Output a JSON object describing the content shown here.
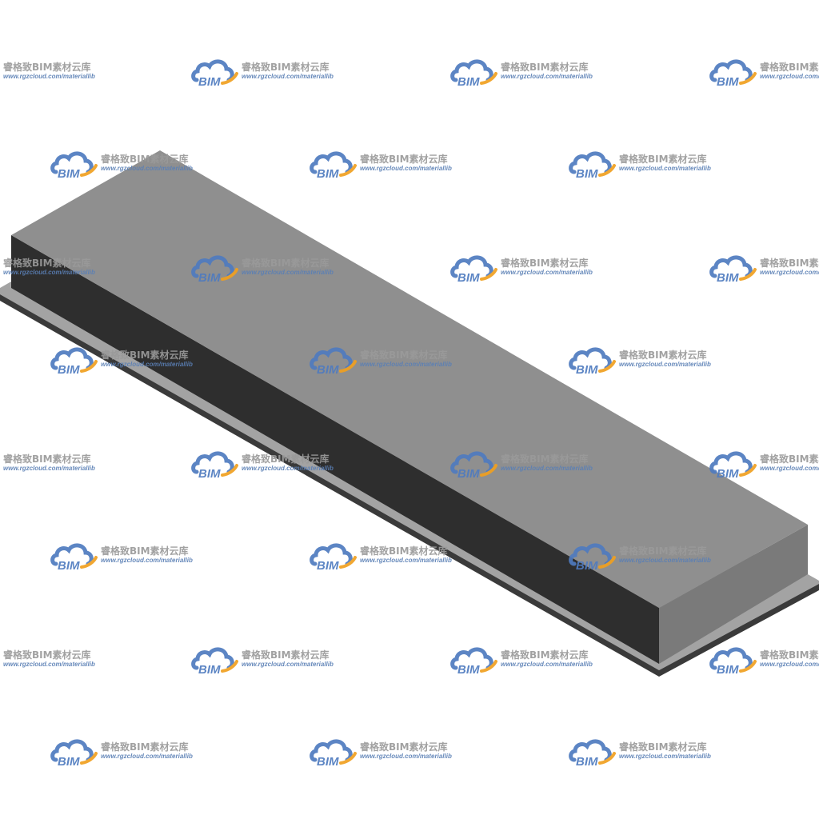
{
  "watermark": {
    "logo_text": "BIM",
    "brand_text": "睿格致BIM素材云库",
    "url_text": "www.rgzcloud.com/materiallib"
  },
  "colors": {
    "top_face": "#8f8f8f",
    "front_face": "#2e2e2e",
    "end_face": "#7a7a7a",
    "base_plate": "#a3a3a3",
    "base_edge": "#3a3a3a",
    "logo_cloud": "#4f7bbf",
    "logo_swoosh": "#f0a020"
  },
  "icons": {
    "watermark_logo": "cloud-logo-icon"
  }
}
